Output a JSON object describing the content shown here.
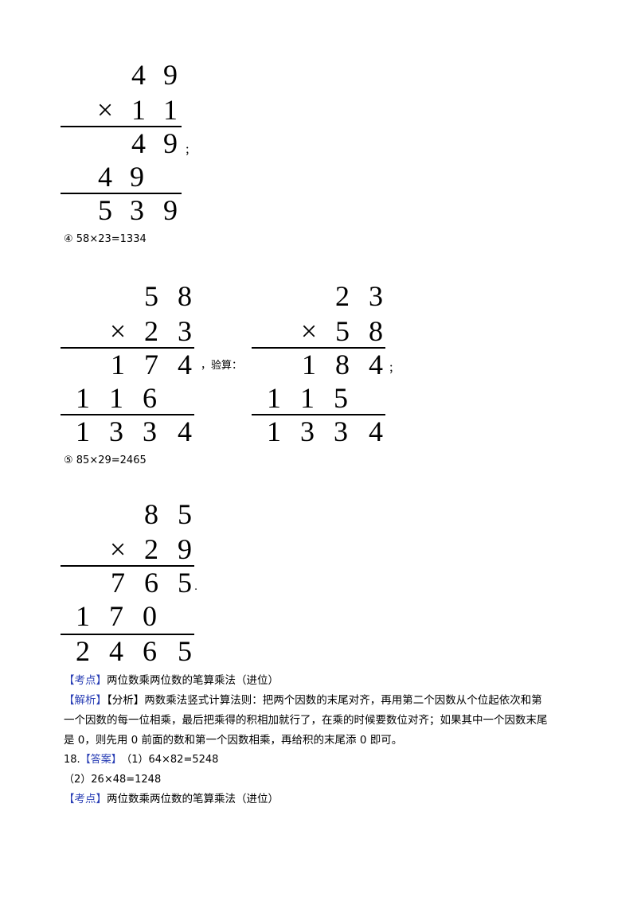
{
  "calc3": {
    "multiplicand": "4 9",
    "multiplier_line": "× 1 1",
    "partial1": "4 9",
    "after_partial1": "；",
    "partial2": "4 9",
    "result": "5 3 9"
  },
  "label4": "④ 58×23=1334",
  "calc4a": {
    "multiplicand": "5 8",
    "multiplier_line": "× 2 3",
    "partial1": "1 7 4",
    "partial2": "1 1 6",
    "result": "1 3 3 4"
  },
  "check_label": "，验算：",
  "calc4b": {
    "multiplicand": "2 3",
    "multiplier_line": "× 5 8",
    "partial1": "1 8 4",
    "after_partial1": "；",
    "partial2": "1 1 5",
    "result": "1 3 3 4"
  },
  "label5": "⑤ 85×29=2465",
  "calc5": {
    "multiplicand": "8 5",
    "multiplier_line": "× 2 9",
    "partial1": "7 6 5",
    "after_partial1": ".",
    "partial2": "1 7 0",
    "result": "2 4 6 5"
  },
  "kaodian1": {
    "tag": "【考点】",
    "text": "两位数乘两位数的笔算乘法（进位）"
  },
  "jiexi": {
    "tag": "【解析】",
    "line1": "【分析】两数乘法竖式计算法则：把两个因数的末尾对齐，再用第二个因数从个位起依次和第",
    "line2": "一个因数的每一位相乘，最后把乘得的积相加就行了，在乘的时候要数位对齐；如果其中一个因数末尾",
    "line3": "是 0，则先用 0 前面的数和第一个因数相乘，再给积的末尾添 0 即可。"
  },
  "q18": {
    "number": "18.",
    "tag": "【答案】",
    "ans1": "（1）64×82=5248",
    "ans2": "（2）26×48=1248"
  },
  "kaodian2": {
    "tag": "【考点】",
    "text": "两位数乘两位数的笔算乘法（进位）"
  }
}
